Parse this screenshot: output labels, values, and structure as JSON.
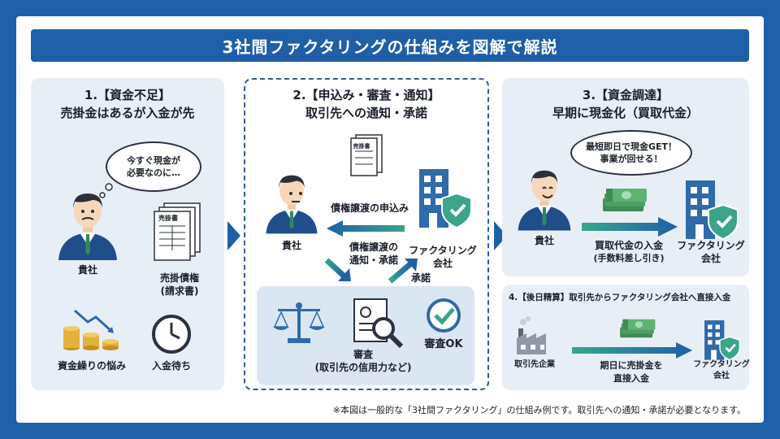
{
  "title": "3社間ファクタリングの仕組みを図解で解説",
  "panel1": {
    "heading_line1": "1.【資金不足】",
    "heading_line2": "売掛金はあるが入金が先",
    "bubble": "今すぐ現金が\n必要なのに…",
    "person_label": "貴社",
    "invoice_label_line1": "売掛債権",
    "invoice_label_line2": "(請求書)",
    "invoice_doc_text": "売掛書",
    "cashflow_label": "資金繰りの悩み",
    "clock_label": "入金待ち"
  },
  "panel2": {
    "heading_line1": "2.【申込み・審査・通知】",
    "heading_line2": "取引先への通知・承諾",
    "doc_text": "売掛書",
    "arrow_apply_label": "債権譲渡の申込み",
    "arrow_notify_label_line1": "債権譲渡の",
    "arrow_notify_label_line2": "通知・承諾",
    "approve_label": "承諾",
    "person_label": "貴社",
    "factoring_label_line1": "ファクタリング",
    "factoring_label_line2": "会社",
    "review_label_line1": "審査",
    "review_label_line2": "(取引先の信用力など)",
    "review_ok_label": "審査OK"
  },
  "panel3": {
    "heading_line1": "3.【資金調達】",
    "heading_line2": "早期に現金化（買取代金）",
    "bubble": "最短即日で現金GET！\n事業が回せる！",
    "person_label": "貴社",
    "payment_label_line1": "買取代金の入金",
    "payment_label_line2": "(手数料差し引き)",
    "factoring_label_line1": "ファクタリング",
    "factoring_label_line2": "会社"
  },
  "panel4": {
    "heading": "4.【後日精算】取引先からファクタリング会社へ直接入金",
    "client_label": "取引先企業",
    "payment_label_line1": "期日に売掛金を",
    "payment_label_line2": "直接入金",
    "factoring_label_line1": "ファクタリング",
    "factoring_label_line2": "会社"
  },
  "footnote": "※本図は一般的な「3社間ファクタリング」の仕組み例です。取引先への通知・承諾が必要となります。",
  "colors": {
    "brand_blue": "#1f5fa8",
    "panel_bg": "#e8eef6",
    "arrow_gradient_start": "#3aa58a",
    "arrow_gradient_end": "#1f5fa8",
    "shield_green": "#3aa58a"
  },
  "icons": [
    "person-worried-icon",
    "invoice-icon",
    "coins-chart-icon",
    "clock-icon",
    "building-shield-icon",
    "scales-icon",
    "document-search-icon",
    "check-badge-icon",
    "person-happy-icon",
    "money-stack-icon",
    "factory-icon"
  ]
}
